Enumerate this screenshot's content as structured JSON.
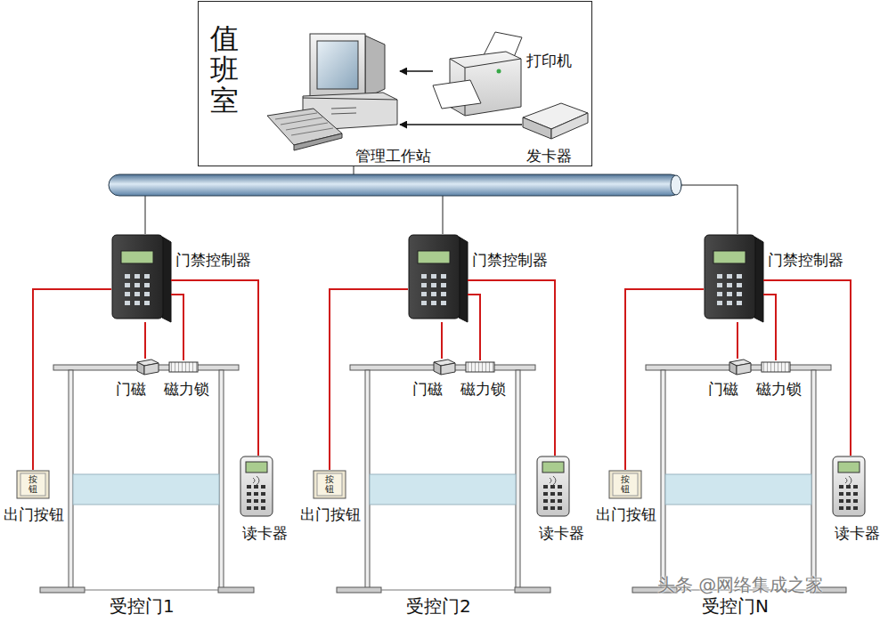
{
  "diagram": {
    "nodes": [
      {
        "text": [
          "值班室"
        ]
      },
      {
        "text": [
          "管理工作站"
        ],
        "in": 0
      },
      {
        "text": [
          "打印机"
        ],
        "in": 0
      },
      {
        "text": [
          "发卡器"
        ],
        "in": 0
      },
      {
        "text": [
          "门禁控制器"
        ]
      },
      {
        "text": [
          "受控门1"
        ]
      },
      {
        "text": [
          "门磁"
        ],
        "in": 5
      },
      {
        "text": [
          "磁力锁"
        ],
        "in": 5
      },
      {
        "text": [
          "按钮",
          "出门按钮"
        ]
      },
      {
        "text": [
          "读卡器"
        ]
      },
      {
        "text": [
          "门禁控制器"
        ]
      },
      {
        "text": [
          "受控门2"
        ]
      },
      {
        "text": [
          "门磁"
        ],
        "in": 11
      },
      {
        "text": [
          "磁力锁"
        ],
        "in": 11
      },
      {
        "text": [
          "按钮",
          "出门按钮"
        ]
      },
      {
        "text": [
          "读卡器"
        ]
      },
      {
        "text": [
          "门禁控制器"
        ]
      },
      {
        "text": [
          "受控门N"
        ]
      },
      {
        "text": [
          "门磁"
        ],
        "in": 17
      },
      {
        "text": [
          "磁力锁"
        ],
        "in": 17
      },
      {
        "text": [
          "按钮",
          "出门按钮"
        ]
      },
      {
        "text": [
          "读卡器"
        ]
      }
    ],
    "edges": [
      {
        "from": 2,
        "to": 1,
        "arrow": "to"
      },
      {
        "from": 3,
        "to": 1,
        "arrow": "to"
      },
      {
        "from": 4,
        "to": 6,
        "arrow": "none"
      },
      {
        "from": 4,
        "to": 7,
        "arrow": "none"
      },
      {
        "from": 4,
        "to": 8,
        "arrow": "none"
      },
      {
        "from": 4,
        "to": 9,
        "arrow": "none"
      },
      {
        "from": 10,
        "to": 12,
        "arrow": "none"
      },
      {
        "from": 10,
        "to": 13,
        "arrow": "none"
      },
      {
        "from": 10,
        "to": 14,
        "arrow": "none"
      },
      {
        "from": 10,
        "to": 15,
        "arrow": "none"
      },
      {
        "from": 16,
        "to": 18,
        "arrow": "none"
      },
      {
        "from": 16,
        "to": 19,
        "arrow": "none"
      },
      {
        "from": 16,
        "to": 20,
        "arrow": "none"
      },
      {
        "from": 16,
        "to": 21,
        "arrow": "none"
      }
    ],
    "labels": [
      "头条 @网络集成之家"
    ]
  }
}
